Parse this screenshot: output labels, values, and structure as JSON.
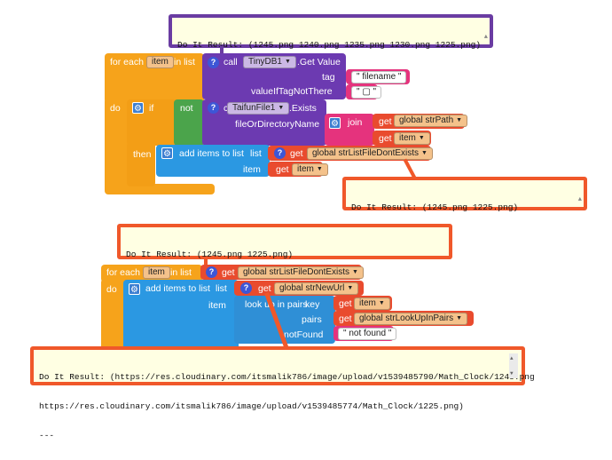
{
  "bubbles": {
    "b1": {
      "line1": "Do It Result: (1245.png 1240.png 1235.png 1230.png 1225.png)",
      "line2": "---"
    },
    "b2": {
      "line1": "Do It Result: (1245.png 1225.png)",
      "line2": "---"
    },
    "b3": {
      "line1": "Do It Result: (1245.png 1225.png)",
      "line2": "---"
    },
    "b4": {
      "line1": "Do It Result: (https://res.cloudinary.com/itsmalik786/image/upload/v1539485790/Math_Clock/1245.png",
      "line2": "https://res.cloudinary.com/itsmalik786/image/upload/v1539485774/Math_Clock/1225.png)",
      "line3": "---"
    }
  },
  "block1": {
    "foreach": "for each",
    "var": "item",
    "in_list": "in list",
    "call": "call",
    "component": "TinyDB1",
    "method": ".Get Value",
    "tag_label": "tag",
    "tag_value": "filename",
    "ifnot_label": "valueIfTagNotThere",
    "ifnot_value": "",
    "do": "do",
    "if": "if",
    "not": "not",
    "call2": "call",
    "component2": "TaifunFile1",
    "method2": ".Exists",
    "file_label": "fileOrDirectoryName",
    "join": "join",
    "get1": "get",
    "get1_var": "global strPath",
    "get2": "get",
    "get2_var": "item",
    "then": "then",
    "add_items": "add items to list",
    "list_label": "list",
    "get3": "get",
    "get3_var": "global strListFileDontExists",
    "item_label": "item",
    "get4": "get",
    "get4_var": "item"
  },
  "block2": {
    "foreach": "for each",
    "var": "item",
    "in_list": "in list",
    "get1": "get",
    "get1_var": "global strListFileDontExists",
    "do": "do",
    "add_items": "add items to list",
    "list_label": "list",
    "get2": "get",
    "get2_var": "global strNewUrl",
    "item_label": "item",
    "lookup": "look up in pairs",
    "key_label": "key",
    "get3": "get",
    "get3_var": "item",
    "pairs_label": "pairs",
    "get4": "get",
    "get4_var": "global strLookUpInPairs",
    "notfound_label": "notFound",
    "notfound_value": "not found"
  },
  "colors": {
    "control": "#f6a31b",
    "component": "#6c3ab1",
    "logic": "#4ba44b",
    "list": "#2b98e2",
    "variable": "#e94b2e",
    "text": "#e5337d",
    "bubble_purple": "#6a3ca2",
    "bubble_orange": "#f0582a"
  }
}
